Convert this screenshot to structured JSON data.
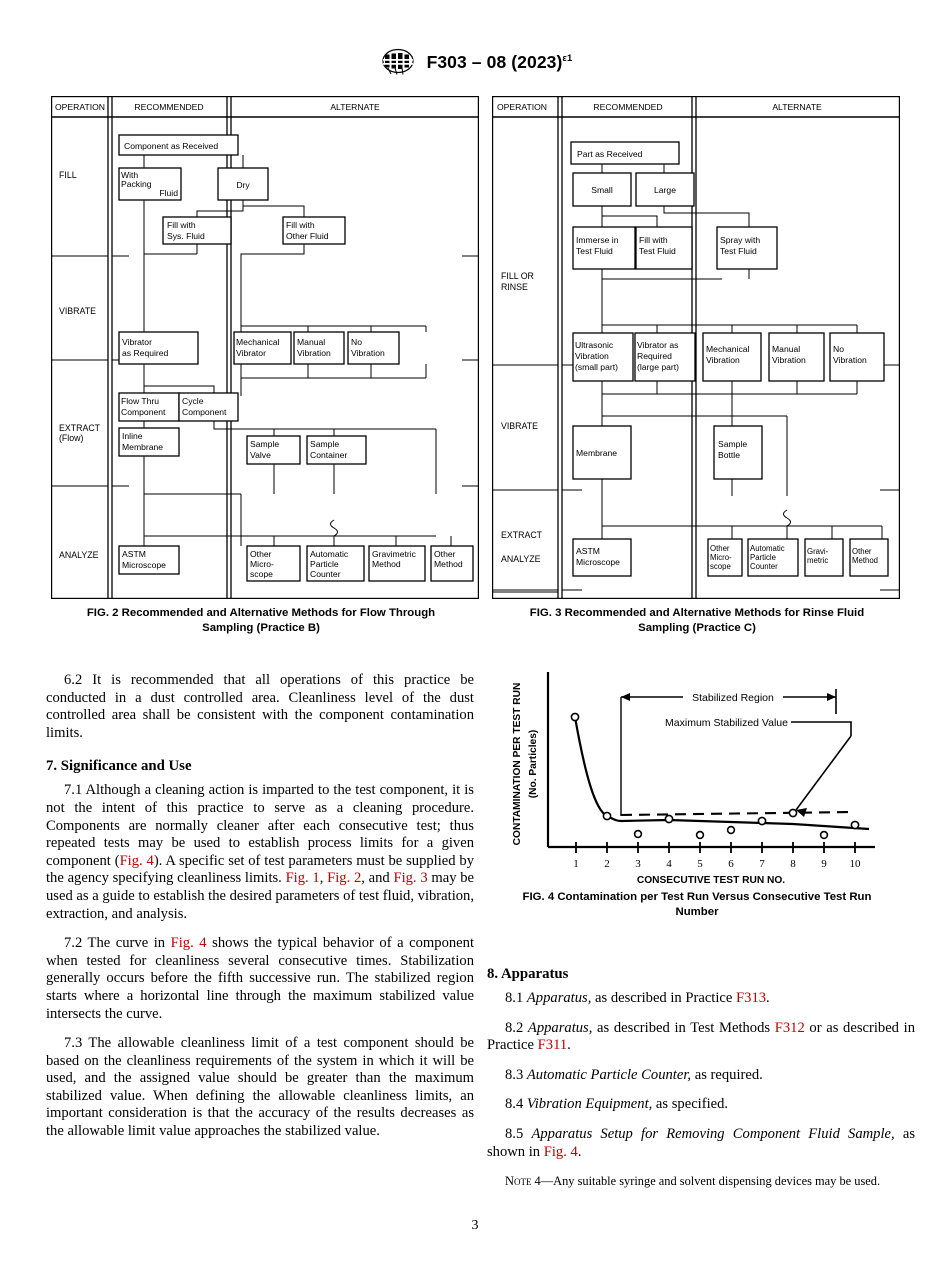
{
  "header": {
    "logo_icon": "astm-logo-icon",
    "designation": "F303 – 08 (2023)",
    "epsilon_superscript": "ε1"
  },
  "page_number": "3",
  "figures": {
    "fig2": {
      "caption_line1": "FIG. 2  Recommended and Alternative Methods for Flow Through",
      "caption_line2": "Sampling (Practice B)",
      "columns": [
        "OPERATION",
        "RECOMMENDED",
        "ALTERNATE"
      ],
      "rows": [
        "FILL",
        "VIBRATE",
        "EXTRACT\n(Flow)",
        "ANALYZE"
      ],
      "row_labels": [
        {
          "line1": "FILL",
          "line2": ""
        },
        {
          "line1": "VIBRATE",
          "line2": ""
        },
        {
          "line1": "EXTRACT",
          "line2": "(Flow)"
        },
        {
          "line1": "ANALYZE",
          "line2": ""
        }
      ],
      "boxes": [
        {
          "id": "component-as-received",
          "lines": [
            "Component as Received"
          ]
        },
        {
          "id": "with-packing-fluid",
          "lines": [
            "With",
            "Packing",
            "Fluid"
          ]
        },
        {
          "id": "dry",
          "lines": [
            "Dry"
          ]
        },
        {
          "id": "fill-with-sys-fluid",
          "lines": [
            "Fill with",
            "Sys. Fluid"
          ]
        },
        {
          "id": "fill-with-other-fluid",
          "lines": [
            "Fill with",
            "Other Fluid"
          ]
        },
        {
          "id": "vibrator-as-required",
          "lines": [
            "Vibrator",
            "as Required"
          ]
        },
        {
          "id": "mechanical-vibrator",
          "lines": [
            "Mechanical",
            "Vibrator"
          ]
        },
        {
          "id": "manual-vibration",
          "lines": [
            "Manual",
            "Vibration"
          ]
        },
        {
          "id": "no-vibration",
          "lines": [
            "No",
            "Vibration"
          ]
        },
        {
          "id": "flow-thru-component",
          "lines": [
            "Flow Thru",
            "Component"
          ]
        },
        {
          "id": "cycle-component",
          "lines": [
            "Cycle",
            "Component"
          ]
        },
        {
          "id": "inline-membrane",
          "lines": [
            "Inline",
            "Membrane"
          ]
        },
        {
          "id": "sample-valve",
          "lines": [
            "Sample",
            "Valve"
          ]
        },
        {
          "id": "sample-container",
          "lines": [
            "Sample",
            "Container"
          ]
        },
        {
          "id": "astm-microscope",
          "lines": [
            "ASTM",
            "Microscope"
          ]
        },
        {
          "id": "other-microscope",
          "lines": [
            "Other",
            "Micro-",
            "scope"
          ]
        },
        {
          "id": "automatic-particle-counter",
          "lines": [
            "Automatic",
            "Particle",
            "Counter"
          ]
        },
        {
          "id": "gravimetric-method",
          "lines": [
            "Gravimetric",
            "Method"
          ]
        },
        {
          "id": "other-method",
          "lines": [
            "Other",
            "Method"
          ]
        }
      ]
    },
    "fig3": {
      "caption_line1": "FIG. 3  Recommended and Alternative Methods for Rinse Fluid",
      "caption_line2": "Sampling (Practice C)",
      "columns": [
        "OPERATION",
        "RECOMMENDED",
        "ALTERNATE"
      ],
      "row_labels": [
        {
          "line1": "FILL OR",
          "line2": "RINSE"
        },
        {
          "line1": "VIBRATE",
          "line2": ""
        },
        {
          "line1": "EXTRACT",
          "line2": ""
        },
        {
          "line1": "ANALYZE",
          "line2": ""
        }
      ],
      "boxes": [
        {
          "id": "part-as-received",
          "lines": [
            "Part as Received"
          ]
        },
        {
          "id": "small",
          "lines": [
            "Small"
          ]
        },
        {
          "id": "large",
          "lines": [
            "Large"
          ]
        },
        {
          "id": "immerse-in-test-fluid",
          "lines": [
            "Immerse in",
            "Test Fluid"
          ]
        },
        {
          "id": "fill-with-test-fluid",
          "lines": [
            "Fill with",
            "Test Fluid"
          ]
        },
        {
          "id": "spray-with-test-fluid",
          "lines": [
            "Spray with",
            "Test Fluid"
          ]
        },
        {
          "id": "ultrasonic-vibration",
          "lines": [
            "Ultrasonic",
            "Vibration",
            "(small part)"
          ]
        },
        {
          "id": "vibrator-as-required",
          "lines": [
            "Vibrator as",
            "Required",
            "(large part)"
          ]
        },
        {
          "id": "mechanical-vibration",
          "lines": [
            "Mechanical",
            "Vibration"
          ]
        },
        {
          "id": "manual-vibration",
          "lines": [
            "Manual",
            "Vibration"
          ]
        },
        {
          "id": "no-vibration",
          "lines": [
            "No",
            "Vibration"
          ]
        },
        {
          "id": "membrane",
          "lines": [
            "Membrane"
          ]
        },
        {
          "id": "sample-bottle",
          "lines": [
            "Sample",
            "Bottle"
          ]
        },
        {
          "id": "astm-microscope",
          "lines": [
            "ASTM",
            "Microscope"
          ]
        },
        {
          "id": "other-microscope",
          "lines": [
            "Other",
            "Micro-",
            "scope"
          ]
        },
        {
          "id": "automatic-particle-counter",
          "lines": [
            "Automatic",
            "Particle",
            "Counter"
          ]
        },
        {
          "id": "gravimetric",
          "lines": [
            "Gravi-",
            "metric"
          ]
        },
        {
          "id": "other-method",
          "lines": [
            "Other",
            "Method"
          ]
        }
      ]
    },
    "fig4": {
      "caption_line1": "FIG. 4  Contamination per Test Run Versus Consecutive Test Run",
      "caption_line2": "Number"
    }
  },
  "chart_data": {
    "type": "line",
    "title": "",
    "xlabel": "CONSECUTIVE TEST RUN NO.",
    "ylabel_line1": "CONTAMINATION PER TEST RUN",
    "ylabel_line2": "(No. Particles)",
    "x_ticks": [
      "1",
      "2",
      "3",
      "4",
      "5",
      "6",
      "7",
      "8",
      "9",
      "10"
    ],
    "xlim": [
      0.4,
      10.7
    ],
    "ylim": [
      0,
      100
    ],
    "grid": false,
    "legend": "none",
    "series": [
      {
        "name": "Contamination curve (upper markers)",
        "style": "solid-with-open-circles",
        "x": [
          1,
          2,
          4,
          7,
          8,
          10
        ],
        "y": [
          72,
          16,
          13,
          12,
          14,
          10
        ]
      },
      {
        "name": "Lower scatter markers",
        "style": "open-circles-only",
        "x": [
          3,
          5,
          6,
          9
        ],
        "y": [
          6,
          5,
          8,
          5
        ]
      },
      {
        "name": "Maximum Stabilized Value",
        "style": "dashed-horizontal",
        "x": [
          2.4,
          10.6
        ],
        "y": [
          14,
          14.5
        ]
      }
    ],
    "annotations": [
      {
        "id": "stabilized-region",
        "text": "Stabilized Region",
        "type": "double-arrow-span",
        "x_from": 2.4,
        "x_to": 10.3
      },
      {
        "id": "maximum-stabilized-value",
        "text": "Maximum Stabilized Value",
        "type": "leader-arrow",
        "target_x": 8,
        "target_y": 14
      }
    ]
  },
  "left_column": {
    "p62_pre": "6.2  It is recommended that all operations of this practice be conducted in a dust controlled area. Cleanliness level of the dust controlled area shall be consistent with the component contamination limits.",
    "heading7": "7.  Significance and Use",
    "p71_a": "7.1  Although a cleaning action is imparted to the test component, it is not the intent of this practice to serve as a cleaning procedure. Components are normally cleaner after each consecutive test; thus repeated tests may be used to establish process limits for a given component (",
    "p71_link1": "Fig. 4",
    "p71_b": "). A specific set of test parameters must be supplied by the agency specifying cleanliness limits. ",
    "p71_link2": "Fig. 1",
    "p71_c": ", ",
    "p71_link3": "Fig. 2",
    "p71_d": ", and ",
    "p71_link4": "Fig. 3",
    "p71_e": " may be used as a guide to establish the desired parameters of test fluid, vibration, extraction, and analysis.",
    "p72_a": "7.2  The curve in ",
    "p72_link": "Fig. 4",
    "p72_b": " shows the typical behavior of a component when tested for cleanliness several consecutive times. Stabilization generally occurs before the fifth successive run. The stabilized region starts where a horizontal line through the maximum stabilized value intersects the curve.",
    "p73": "7.3  The allowable cleanliness limit of a test component should be based on the cleanliness requirements of the system in which it will be used, and the assigned value should be greater than the maximum stabilized value. When defining the allowable cleanliness limits, an important consideration is that the accuracy of the results decreases as the allowable limit value approaches the stabilized value."
  },
  "right_column": {
    "heading8": "8.  Apparatus",
    "p81_num": "8.1 ",
    "p81_ital": "Apparatus,",
    "p81_a": " as described in Practice ",
    "p81_link": "F313",
    "p81_b": ".",
    "p82_num": "8.2 ",
    "p82_ital": "Apparatus,",
    "p82_a": " as described in Test Methods ",
    "p82_link1": "F312",
    "p82_b": " or as described in Practice ",
    "p82_link2": "F311",
    "p82_c": ".",
    "p83_num": "8.3 ",
    "p83_ital": "Automatic Particle Counter,",
    "p83_a": " as required.",
    "p84_num": "8.4 ",
    "p84_ital": "Vibration Equipment,",
    "p84_a": " as specified.",
    "p85_num": "8.5 ",
    "p85_ital": "Apparatus Setup for Removing Component Fluid Sample,",
    "p85_a": " as shown in ",
    "p85_link": "Fig. 4",
    "p85_b": ".",
    "note_label": "Note 4",
    "note_text": "—Any suitable syringe and solvent dispensing devices may be used."
  },
  "colors": {
    "link": "#c00000",
    "text": "#000000",
    "rule": "#000000",
    "background": "#ffffff"
  }
}
